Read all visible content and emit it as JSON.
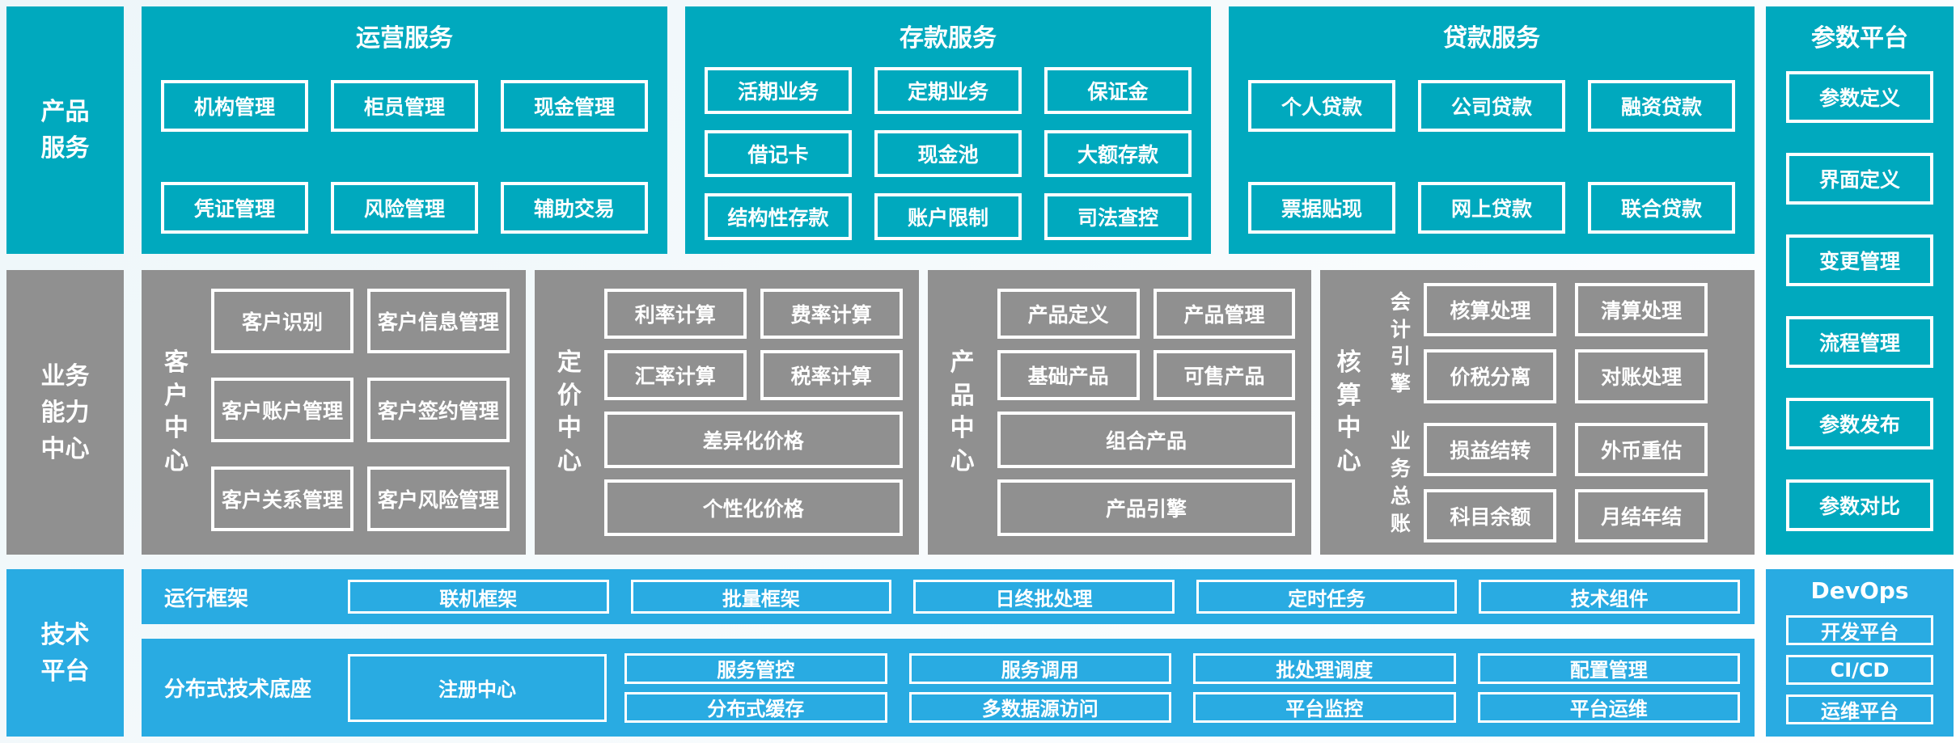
{
  "colors": {
    "teal": "#00a9be",
    "gray": "#909090",
    "blue": "#29abe2",
    "box_border": "#ffffff",
    "background": "#f3f9fb"
  },
  "product_row": {
    "sidebar_label": "产品服务",
    "operations": {
      "title": "运营服务",
      "items": [
        "机构管理",
        "柜员管理",
        "现金管理",
        "凭证管理",
        "风险管理",
        "辅助交易"
      ]
    },
    "deposit": {
      "title": "存款服务",
      "items": [
        "活期业务",
        "定期业务",
        "保证金",
        "借记卡",
        "现金池",
        "大额存款",
        "结构性存款",
        "账户限制",
        "司法查控"
      ]
    },
    "loan": {
      "title": "贷款服务",
      "items": [
        "个人贷款",
        "公司贷款",
        "融资贷款",
        "票据贴现",
        "网上贷款",
        "联合贷款"
      ]
    }
  },
  "business_row": {
    "sidebar_label": "业务能力中心",
    "customer": {
      "label": "客户中心",
      "items": [
        "客户识别",
        "客户信息管理",
        "客户账户管理",
        "客户签约管理",
        "客户关系管理",
        "客户风险管理"
      ]
    },
    "pricing": {
      "label": "定价中心",
      "items": [
        "利率计算",
        "费率计算",
        "汇率计算",
        "税率计算"
      ],
      "wide": [
        "差异化价格",
        "个性化价格"
      ]
    },
    "product": {
      "label": "产品中心",
      "items": [
        "产品定义",
        "产品管理",
        "基础产品",
        "可售产品"
      ],
      "wide": [
        "组合产品",
        "产品引擎"
      ]
    },
    "accounting": {
      "label": "核算中心",
      "groups": [
        {
          "label": "会计引擎",
          "items": [
            "核算处理",
            "清算处理",
            "价税分离",
            "对账处理"
          ]
        },
        {
          "label": "业务总账",
          "items": [
            "损益结转",
            "外币重估",
            "科目余额",
            "月结年结"
          ]
        }
      ]
    }
  },
  "tech_row": {
    "sidebar_label": "技术平台",
    "runtime": {
      "label": "运行框架",
      "items": [
        "联机框架",
        "批量框架",
        "日终批处理",
        "定时任务",
        "技术组件"
      ]
    },
    "base": {
      "label": "分布式技术底座",
      "registry": "注册中心",
      "row1": [
        "服务管控",
        "服务调用",
        "批处理调度",
        "配置管理"
      ],
      "row2": [
        "分布式缓存",
        "多数据源访问",
        "平台监控",
        "平台运维"
      ]
    }
  },
  "param_platform": {
    "title": "参数平台",
    "items": [
      "参数定义",
      "界面定义",
      "变更管理",
      "流程管理",
      "参数发布",
      "参数对比"
    ]
  },
  "devops": {
    "title": "DevOps",
    "items": [
      "开发平台",
      "CI/CD",
      "运维平台"
    ]
  }
}
